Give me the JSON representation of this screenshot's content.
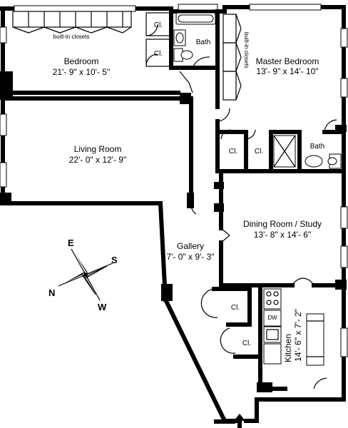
{
  "rooms": {
    "bedroom": {
      "name": "Bedroom",
      "dims": "21'- 9\" x 10'- 5\""
    },
    "master_bedroom": {
      "name": "Master Bedroom",
      "dims": "13'- 9\" x 14'- 10\""
    },
    "living_room": {
      "name": "Living Room",
      "dims": "22'- 0\" x 12'- 9\""
    },
    "dining_room": {
      "name": "Dining Room / Study",
      "dims": "13'- 8\" x 14'- 6\""
    },
    "gallery": {
      "name": "Gallery",
      "dims": "7'- 0\" x 9'- 3\""
    },
    "kitchen": {
      "name": "Kitchen",
      "dims": "14'- 6\" x 7'- 2\""
    }
  },
  "labels": {
    "builtin_closets_top": "built-in closets",
    "builtin_closets_side": "built-in closets",
    "closet": "Cl.",
    "bath": "Bath",
    "dw": "DW"
  },
  "compass": {
    "n": "N",
    "e": "E",
    "s": "S",
    "w": "W"
  }
}
